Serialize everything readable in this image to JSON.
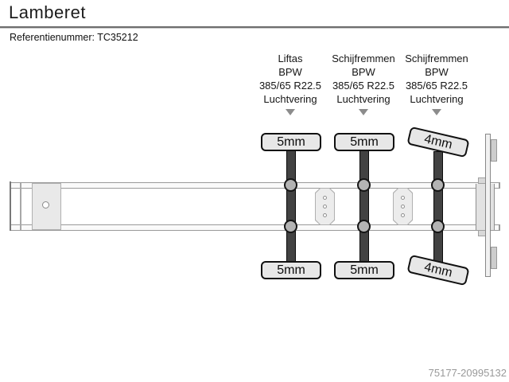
{
  "header": {
    "title": "Lamberet",
    "reference": "Referentienummer: TC35212"
  },
  "spec_columns": [
    {
      "lines": [
        "Liftas",
        "BPW",
        "385/65 R22.5",
        "Luchtvering"
      ]
    },
    {
      "lines": [
        "Schijfremmen",
        "BPW",
        "385/65 R22.5",
        "Luchtvering"
      ]
    },
    {
      "lines": [
        "Schijfremmen",
        "BPW",
        "385/65 R22.5",
        "Luchtvering"
      ]
    }
  ],
  "axles": [
    {
      "top_tread": "5mm",
      "bottom_tread": "5mm"
    },
    {
      "top_tread": "5mm",
      "bottom_tread": "5mm"
    },
    {
      "top_tread": "4mm",
      "bottom_tread": "4mm"
    }
  ],
  "footer": {
    "listing_id": "75177-20995132"
  },
  "colors": {
    "tire_fill": "#e7e7e7",
    "tire_border": "#111111",
    "axle_bar": "#424242",
    "hub_fill": "#b3b3b3",
    "frame_line": "#9a9a9a",
    "panel_fill": "#ececec",
    "arrow_gray": "#8c8c8c",
    "muted_text": "#999999"
  }
}
